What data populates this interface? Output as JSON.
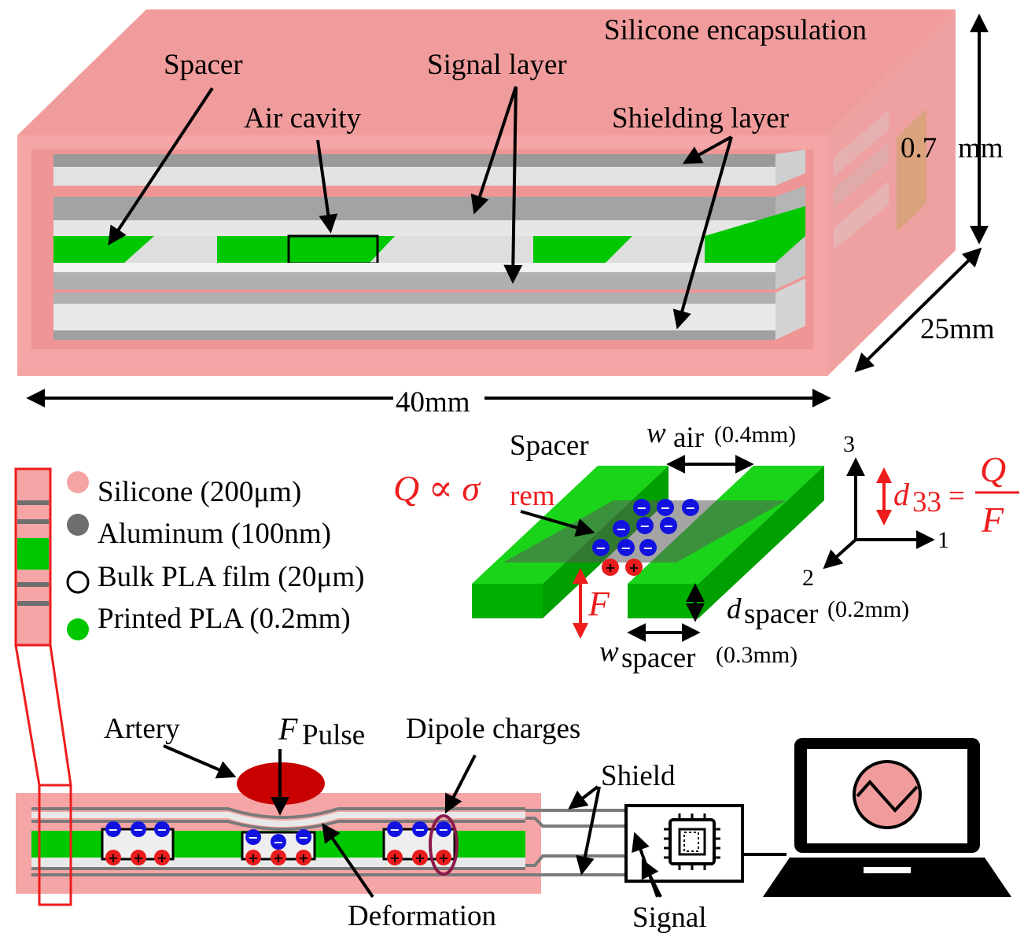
{
  "colors": {
    "silicone": "#f19c9c",
    "silicone_dark": "#e58a8a",
    "aluminum": "#8c8c8c",
    "aluminum_light": "#c4c4c4",
    "film": "#e6e6e6",
    "printed_pla": "#00c800",
    "dipole_negative": "#1212e0",
    "dipole_positive": "#e81c1c",
    "annotation_red": "#ee1c1c",
    "artery": "#c80000"
  },
  "top_device": {
    "encapsulation_label": "Silicone encapsulation",
    "spacer_label": "Spacer",
    "signal_label": "Signal layer",
    "air_cavity_label": "Air cavity",
    "shielding_label": "Shielding layer",
    "thickness_value": "0.7",
    "thickness_unit": "mm",
    "depth_label": "25mm",
    "length_label": "40mm"
  },
  "legend": {
    "items": [
      {
        "label": "Silicone (200μm)",
        "marker": "filled-circle",
        "color": "#f5a3a3"
      },
      {
        "label": "Aluminum (100nm)",
        "marker": "filled-circle",
        "color": "#6e6e6e"
      },
      {
        "label": "Bulk PLA film (20μm)",
        "marker": "open-circle",
        "color": "#000000"
      },
      {
        "label": "Printed PLA (0.2mm)",
        "marker": "filled-circle",
        "color": "#00c800"
      }
    ]
  },
  "unit_cell": {
    "spacer_label": "Spacer",
    "w_air_symbol": "w",
    "w_air_sub": "air",
    "w_air_value": "(0.4mm)",
    "q_relation": "Q ∝ σ",
    "q_sub": "rem",
    "force_symbol": "F",
    "d_spacer_symbol": "d",
    "d_spacer_sub": "spacer",
    "d_spacer_value": "(0.2mm)",
    "w_spacer_symbol": "w",
    "w_spacer_sub": "spacer",
    "w_spacer_value": "(0.3mm)",
    "negative_sign": "−",
    "positive_sign": "+"
  },
  "axes": {
    "axis_3": "3",
    "axis_1": "1",
    "axis_2": "2"
  },
  "equation": {
    "lhs_symbol": "d",
    "lhs_sub": "33",
    "equals": "=",
    "numerator": "Q",
    "denominator": "F"
  },
  "bottom": {
    "artery_label": "Artery",
    "pulse_symbol": "F",
    "pulse_sub": "Pulse",
    "dipole_label": "Dipole charges",
    "shield_label": "Shield",
    "deformation_label": "Deformation",
    "signal_label": "Signal"
  },
  "icons": {
    "laptop": "laptop-icon",
    "oscilloscope": "waveform-icon",
    "chip": "chip-icon"
  }
}
